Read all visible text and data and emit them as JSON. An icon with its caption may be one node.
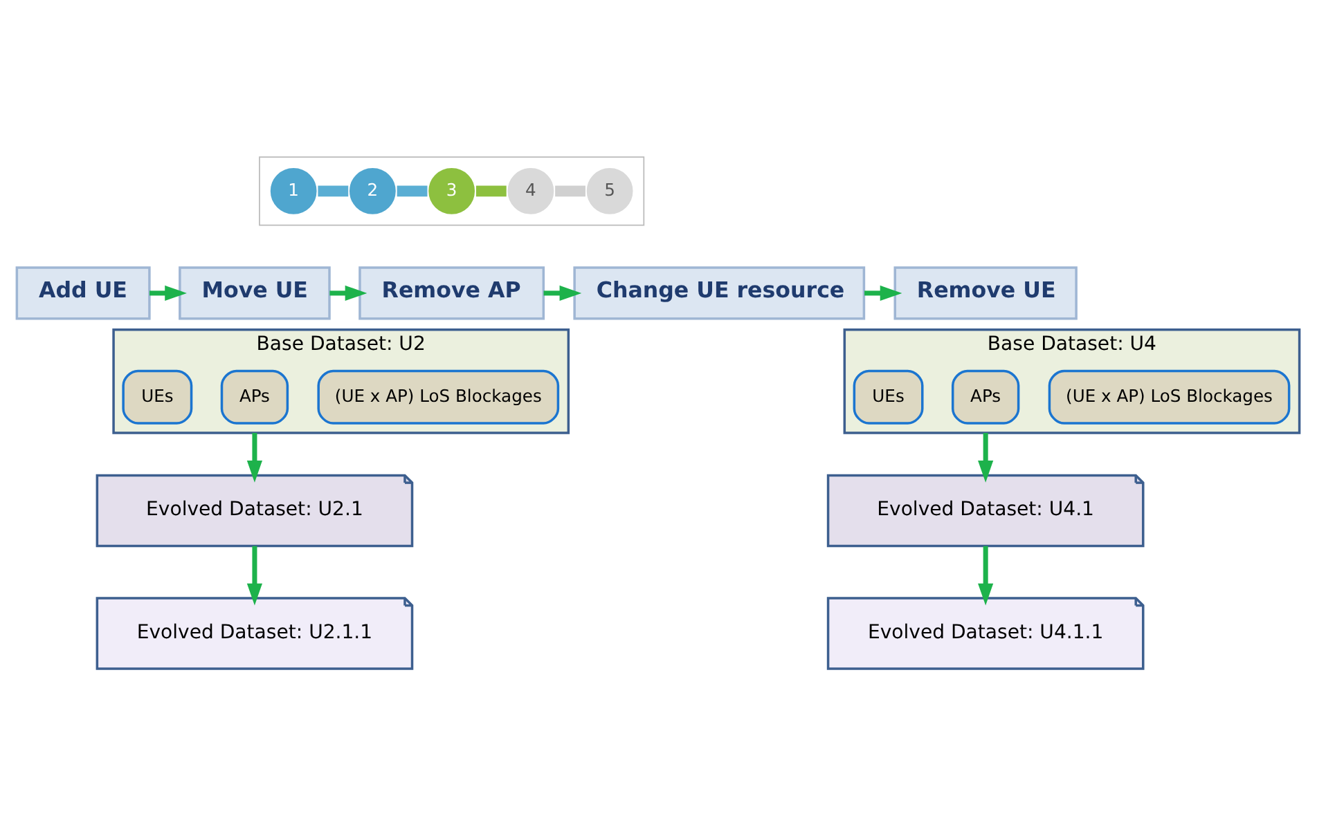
{
  "diagram": {
    "nodes": [
      {
        "text": [],
        "shape": "box"
      },
      {
        "text": [
          "1"
        ],
        "in": 0
      },
      {
        "text": [
          "2"
        ],
        "in": 0
      },
      {
        "text": [
          "3"
        ],
        "in": 0
      },
      {
        "text": [
          "4"
        ],
        "in": 0
      },
      {
        "text": [
          "5"
        ],
        "in": 0
      },
      {
        "text": [
          "Add UE"
        ]
      },
      {
        "text": [
          "Move UE"
        ]
      },
      {
        "text": [
          "Remove AP"
        ]
      },
      {
        "text": [
          "Change UE resource"
        ]
      },
      {
        "text": [
          "Remove UE"
        ]
      },
      {
        "text": [
          "Base Dataset: U2"
        ]
      },
      {
        "text": [
          "UEs"
        ],
        "in": 11
      },
      {
        "text": [
          "APs"
        ],
        "in": 11
      },
      {
        "text": [
          "(UE x AP) LoS Blockages"
        ],
        "in": 11
      },
      {
        "text": [
          "Evolved Dataset: U2.1"
        ]
      },
      {
        "text": [
          "Evolved Dataset: U2.1.1"
        ]
      },
      {
        "text": [
          "Base Dataset: U4"
        ]
      },
      {
        "text": [
          "UEs"
        ],
        "in": 17
      },
      {
        "text": [
          "APs"
        ],
        "in": 17
      },
      {
        "text": [
          "(UE x AP) LoS Blockages"
        ],
        "in": 17
      },
      {
        "text": [
          "Evolved Dataset: U4.1"
        ]
      },
      {
        "text": [
          "Evolved Dataset: U4.1.1"
        ]
      }
    ],
    "edges": [
      {
        "from": 1,
        "to": 2,
        "arrow": "none",
        "style": "thick",
        "color": "#5aaed4"
      },
      {
        "from": 2,
        "to": 3,
        "arrow": "none",
        "style": "thick",
        "color": "#5aaed4"
      },
      {
        "from": 3,
        "to": 4,
        "arrow": "none",
        "style": "thick",
        "color": "#8dc03f"
      },
      {
        "from": 4,
        "to": 5,
        "arrow": "none",
        "style": "thick",
        "color": "#d0d0d0"
      },
      {
        "from": 6,
        "to": 7,
        "arrow": "to"
      },
      {
        "from": 7,
        "to": 8,
        "arrow": "to"
      },
      {
        "from": 8,
        "to": 9,
        "arrow": "to"
      },
      {
        "from": 9,
        "to": 10,
        "arrow": "to"
      },
      {
        "from": 11,
        "to": 15,
        "arrow": "to"
      },
      {
        "from": 15,
        "to": 16,
        "arrow": "to"
      },
      {
        "from": 17,
        "to": 21,
        "arrow": "to"
      },
      {
        "from": 21,
        "to": 22,
        "arrow": "to"
      }
    ]
  }
}
